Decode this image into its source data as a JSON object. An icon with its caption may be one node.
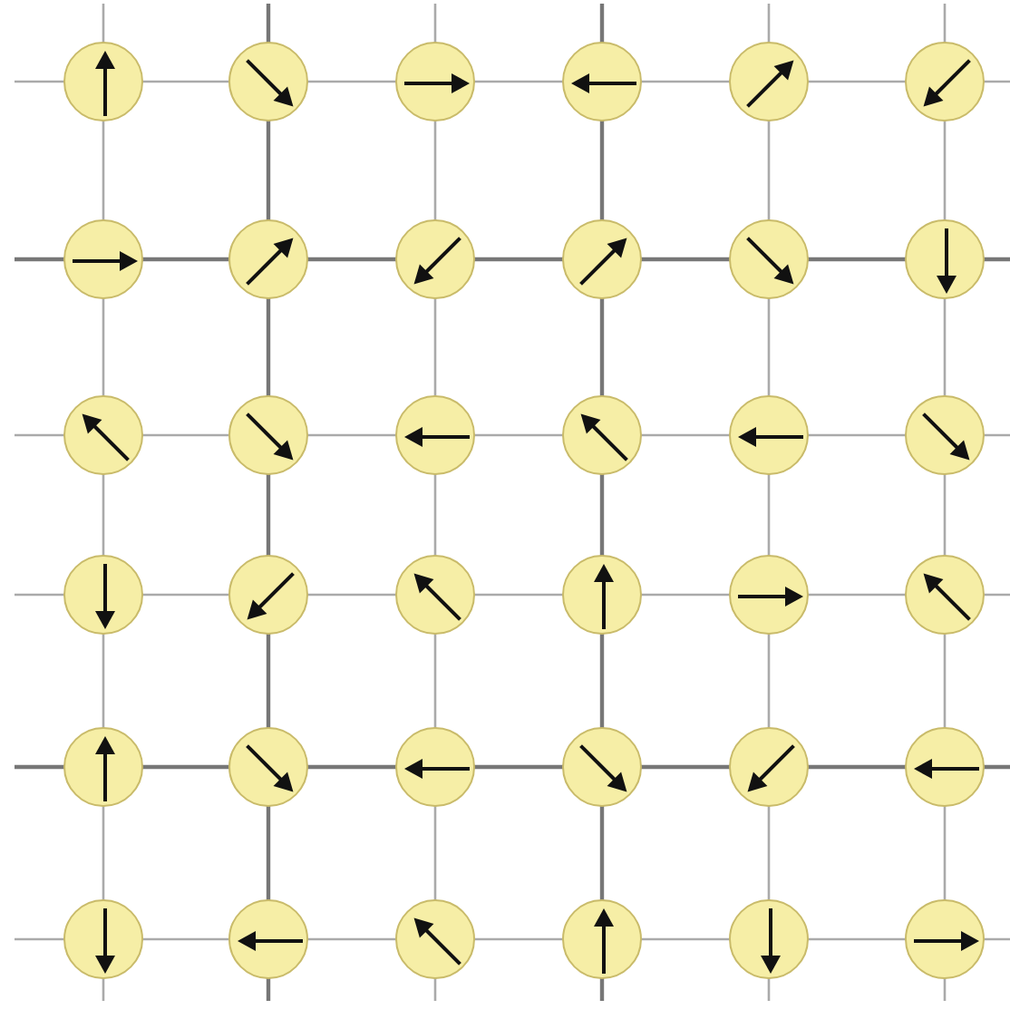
{
  "diagram": {
    "nodes": [
      {
        "text": [],
        "shape": "circle"
      },
      {
        "text": [],
        "shape": "circle"
      },
      {
        "text": [],
        "shape": "circle"
      },
      {
        "text": [],
        "shape": "circle"
      },
      {
        "text": [],
        "shape": "circle"
      },
      {
        "text": [],
        "shape": "circle"
      },
      {
        "text": [],
        "shape": "circle"
      },
      {
        "text": [],
        "shape": "circle"
      },
      {
        "text": [],
        "shape": "circle"
      },
      {
        "text": [],
        "shape": "circle"
      },
      {
        "text": [],
        "shape": "circle"
      },
      {
        "text": [],
        "shape": "circle"
      },
      {
        "text": [],
        "shape": "circle"
      },
      {
        "text": [],
        "shape": "circle"
      },
      {
        "text": [],
        "shape": "circle"
      },
      {
        "text": [],
        "shape": "circle"
      },
      {
        "text": [],
        "shape": "circle"
      },
      {
        "text": [],
        "shape": "circle"
      },
      {
        "text": [],
        "shape": "circle"
      },
      {
        "text": [],
        "shape": "circle"
      },
      {
        "text": [],
        "shape": "circle"
      },
      {
        "text": [],
        "shape": "circle"
      },
      {
        "text": [],
        "shape": "circle"
      },
      {
        "text": [],
        "shape": "circle"
      },
      {
        "text": [],
        "shape": "circle"
      },
      {
        "text": [],
        "shape": "circle"
      },
      {
        "text": [],
        "shape": "circle"
      },
      {
        "text": [],
        "shape": "circle"
      },
      {
        "text": [],
        "shape": "circle"
      },
      {
        "text": [],
        "shape": "circle"
      },
      {
        "text": [],
        "shape": "circle"
      },
      {
        "text": [],
        "shape": "circle"
      },
      {
        "text": [],
        "shape": "circle"
      },
      {
        "text": [],
        "shape": "circle"
      },
      {
        "text": [],
        "shape": "circle"
      },
      {
        "text": [],
        "shape": "circle"
      }
    ]
  }
}
